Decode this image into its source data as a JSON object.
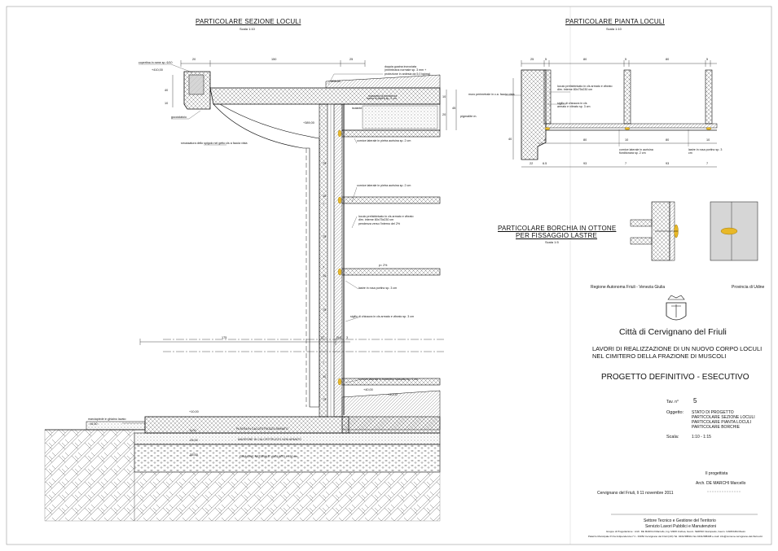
{
  "titles": {
    "section": "PARTICOLARE SEZIONE LOCULI",
    "section_scale": "Scala 1:10",
    "plan": "PARTICOLARE PIANTA LOCULI",
    "plan_scale": "Scala 1:10",
    "borchia_l1": "PARTICOLARE BORCHIA IN OTTONE",
    "borchia_l2": "PER FISSAGGIO LASTRE",
    "borchia_scale": "Scala 1:5"
  },
  "section_notes": {
    "copertina": "copertina in rame sp. 6/10",
    "doppia_guaina": "doppia guaina incrociata\n(membrana normale sp. 3 mm +\nprotezione in ardesia da 5,0 kg/mq)",
    "massetto": "massetto di pendenza",
    "gocciolatoio": "gocciolatoio",
    "smussatura": "smussatura dello spigolo nel getto cls a faccia vista",
    "cornice_superiore": "cornice laterale in pietra aurisina sp. 2 cm",
    "cornice_laterale": "cornice laterale in pietra aurisina sp. 2 cm",
    "loculo_prefab": "loculo prefabbricato in cls armato e vibrato\ndim. interne 80x75x230 cm\npendenza verso l'interno del 2%",
    "lastre": "lastre in rosa portino sp. 3 cm",
    "sigillo": "sigillo di chiusura in cls armato e vibrato sp. 3 cm",
    "cornice_travertino": "cornice laterale in travertino stuccato sp. 2 cm",
    "marciapiede": "marciapiede in ghiaino lavato",
    "platea": "PLATEA IN CALCESTRUZZO ARMATO",
    "magrone": "MAGRONE IN CALCESTRUZZO NON ARMATO",
    "ghiaione": "GHIAIONE NATURALE VAGLIATO H=30 cm",
    "pendenza": "p= 2%",
    "isolante": "isolante"
  },
  "section_dims": {
    "top": [
      "20",
      "150",
      "25"
    ],
    "left_vert": [
      "40",
      "10"
    ],
    "right_vert": [
      "10",
      "20",
      "45"
    ],
    "right_vert_label": "pigmalite m.",
    "stack": [
      "75",
      "10",
      "7",
      "75",
      "7",
      "10",
      "75",
      "7",
      "10",
      "75"
    ],
    "bottom": [
      "175",
      "37",
      "[54]",
      "3"
    ],
    "levels": {
      "l1": "+410,00",
      "l2": "+409,00",
      "l3": "+389,00",
      "l4": "+40,00",
      "l5": "+10,00",
      "l6": "±0,00",
      "l7": "+10,00",
      "l8": "-5,00",
      "l9": "-25,00",
      "l10": "-55,00"
    },
    "lastra_label": "lastra di pietra sp. 2 cm"
  },
  "plan_notes": {
    "muro": "muro perimetrale in c.a. faccia vista",
    "loculo": "loculo prefabbricato in cls armato e vibrato\ndim. interne 80x75x230 cm",
    "sigillo": "sigillo di chiusura in cls\narmato e vibrato sp. 3 cm",
    "cornice": "cornice laterale in aurisina\nfiorditonara sp. 2 cm",
    "lastre": "lastre in rosa portino sp. 3\ncm"
  },
  "plan_dims": {
    "top": [
      "25",
      "5",
      "80",
      "5",
      "80",
      "5"
    ],
    "mid": [
      "8",
      "80",
      "10",
      "80",
      "10"
    ],
    "bottom": [
      "22",
      "6.5",
      "93",
      "7",
      "93",
      "7"
    ],
    "left": [
      "40"
    ]
  },
  "titleblock": {
    "region": "Regione Autonoma Friuli - Venezia Giulia",
    "province": "Provincia di Udine",
    "city": "Città di Cervignano del Friuli",
    "works_l1": "LAVORI DI REALIZZAZIONE DI UN NUOVO CORPO LOCULI",
    "works_l2": "NEL CIMITERO DELLA FRAZIONE DI MUSCOLI",
    "project": "PROGETTO DEFINITIVO - ESECUTIVO",
    "tav_label": "Tav. n°",
    "tav_value": "5",
    "oggetto_label": "Oggetto:",
    "oggetto_lines": [
      "STATO DI PROGETTO",
      "PARTICOLARE SEZIONE LOCULI",
      "PARTICOLARE PIANTA LOCULI",
      "PARTICOLARE BORCHIE"
    ],
    "scala_label": "Scala:",
    "scala_value": "1:10 - 1:15",
    "designer_label": "Il progettista",
    "designer_name": "Arch. DE MARCHI Marcello",
    "date": "Cervignano del Friuli, lì 11 novembre 2011",
    "office_l1": "Settore Tecnico e Gestione del Territorio",
    "office_l2": "Servizio Lavori Pubblici e Manutenzioni",
    "office_l3": "Gruppo di Progettazione : Arch. DE MARCHI Marcello, Ing. MIZZI Andrea, Geom. SERINO Giampaolo, Geom. CARRARA Mauro",
    "office_l4": "Palazzo Municipale P.zza Indipendenza n°1 - 33052 Cervignano del Friuli (UD) Tel. 0431/388411 fax 0431/388408 e-mail: info@comune.cervignano-del-friuli.ud.it"
  },
  "colors": {
    "line": "#1a1a1a",
    "hatch": "#444444",
    "brass": "#e8b828",
    "stone_fill": "#cfcfcf",
    "frame": "#999999"
  }
}
